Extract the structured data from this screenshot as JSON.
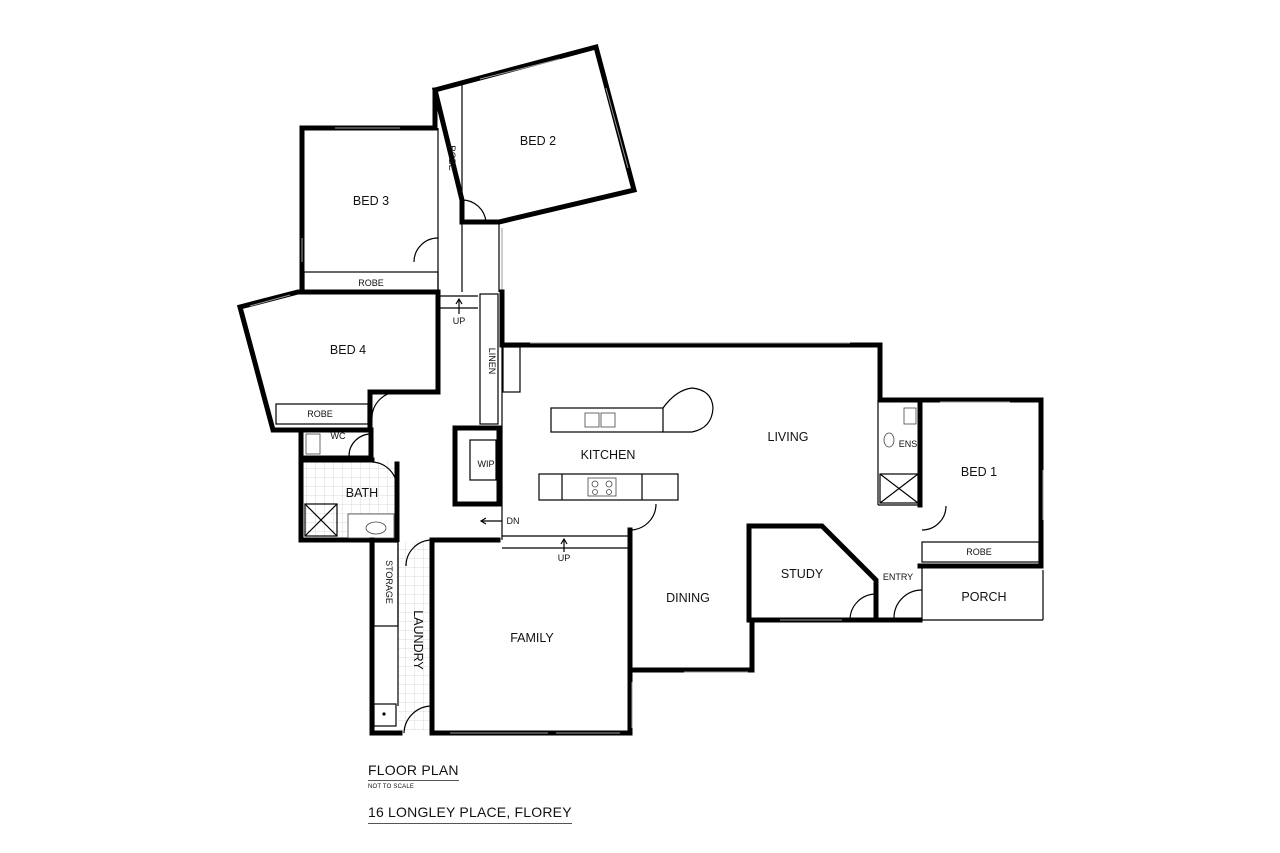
{
  "rooms": {
    "bed2": "BED 2",
    "bed3": "BED 3",
    "bed4": "BED 4",
    "bed1": "BED 1",
    "robe": "ROBE",
    "linen": "LINEN",
    "wc": "WC",
    "bath": "BATH",
    "storage": "STORAGE",
    "laundry": "LAUNDRY",
    "family": "FAMILY",
    "kitchen": "KITCHEN",
    "wip": "WIP",
    "living": "LIVING",
    "dining": "DINING",
    "study": "STUDY",
    "entry": "ENTRY",
    "porch": "PORCH",
    "ens": "ENS"
  },
  "stairs": {
    "up": "UP",
    "dn": "DN"
  },
  "title": {
    "heading": "FLOOR PLAN",
    "scale_note": "NOT TO SCALE",
    "address": "16 LONGLEY PLACE, FLOREY"
  }
}
